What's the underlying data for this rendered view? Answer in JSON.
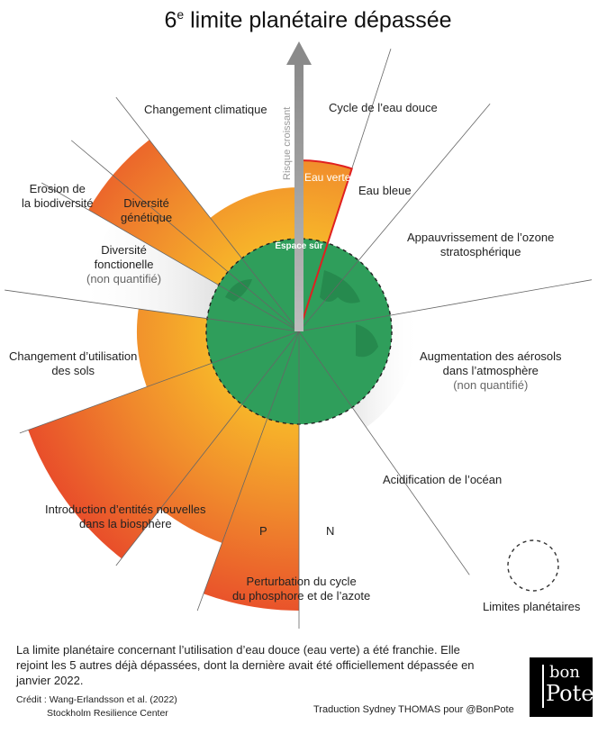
{
  "title_main": "limite planétaire dépassée",
  "title_num": "6",
  "title_sup": "e",
  "risk_arrow_label": "Risque croissant",
  "safe_space_label": "Espace sûr",
  "boundaries": {
    "climate": "Changement climatique",
    "freshwater": "Cycle de l’eau douce",
    "green_water": "Eau verte",
    "blue_water": "Eau bleue",
    "erosion_line1": "Erosion de",
    "erosion_line2": "la biodiversité",
    "genetic_line1": "Diversité",
    "genetic_line2": "génétique",
    "functional_line1": "Diversité",
    "functional_line2": "fonctionelle",
    "functional_note": "(non quantifié)",
    "ozone_line1": "Appauvrissement de l’ozone",
    "ozone_line2": "stratosphérique",
    "land_line1": "Changement d’utilisation",
    "land_line2": "des sols",
    "aerosols_line1": "Augmentation des aérosols",
    "aerosols_line2": "dans l’atmosphère",
    "aerosols_note": "(non quantifié)",
    "ocean": "Acidification de l’océan",
    "novel_line1": "Introduction d’entités nouvelles",
    "novel_line2": "dans la biosphère",
    "p": "P",
    "n": "N",
    "bio_line1": "Perturbation du cycle",
    "bio_line2": "du phosphore et de l’azote"
  },
  "legend_label": "Limites planétaires",
  "footer": {
    "description": "La limite planétaire concernant l’utilisation d’eau douce (eau verte) a été franchie. Elle rejoint les 5 autres déjà dépassées, dont la dernière avait été officiellement dépassée en janvier 2022.",
    "credit_line1": "Crédit : Wang-Erlandsson et al. (2022)",
    "credit_line2": "Stockholm Resilience Center",
    "translation": "Traduction Sydney THOMAS pour @BonPote",
    "logo_top": "bon",
    "logo_bottom": "Pote"
  },
  "colors": {
    "red": "#e8452c",
    "orange": "#f5a623",
    "green": "#2f9e5b",
    "dark_green": "#1f7a44",
    "gray": "#cfcfcf"
  }
}
